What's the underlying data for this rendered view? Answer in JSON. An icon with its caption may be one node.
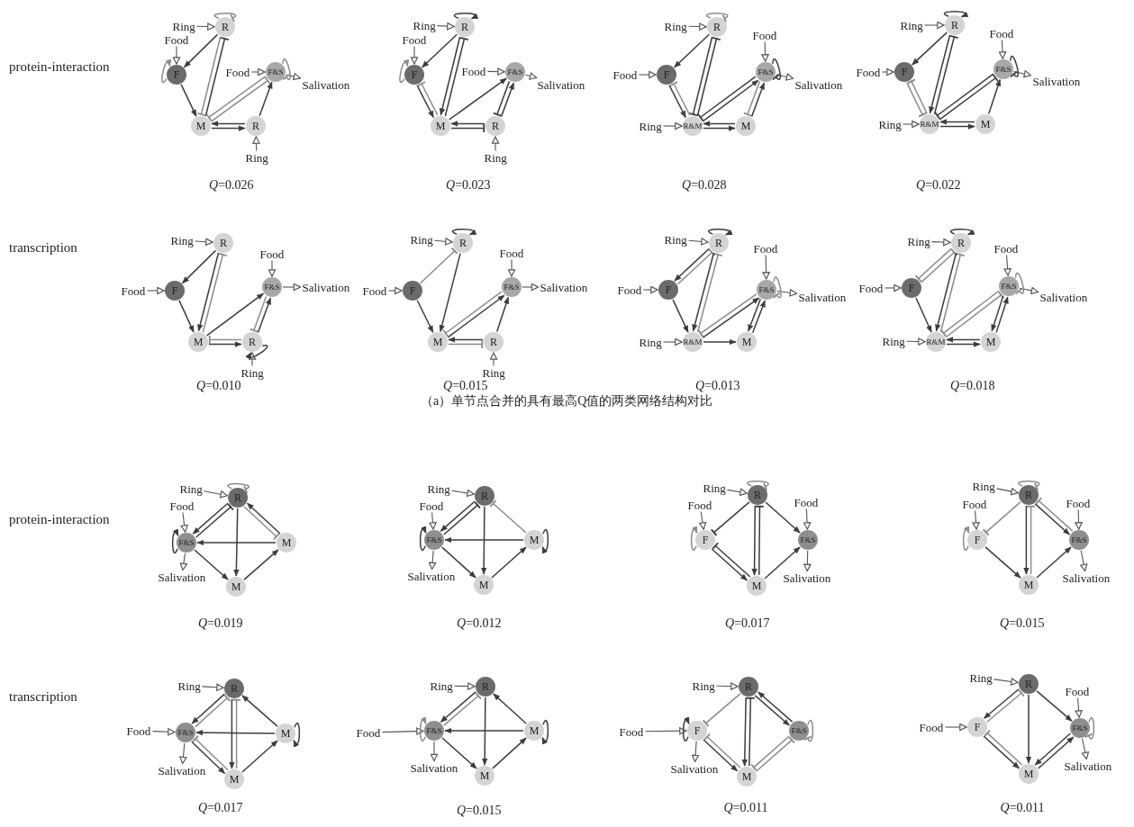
{
  "diagram": {
    "nodes": [
      {
        "text": [
          "R"
        ]
      },
      {
        "text": [
          "F"
        ]
      },
      {
        "text": [
          "F&S"
        ]
      },
      {
        "text": [
          "M"
        ]
      },
      {
        "text": [
          "R"
        ]
      },
      {
        "text": [
          "Ring"
        ]
      },
      {
        "text": [
          "Food"
        ]
      },
      {
        "text": [
          "Food"
        ]
      },
      {
        "text": [
          "Salivation"
        ]
      },
      {
        "text": [
          "Ring"
        ]
      },
      {
        "text": [
          "R"
        ]
      },
      {
        "text": [
          "F"
        ]
      },
      {
        "text": [
          "F&S"
        ]
      },
      {
        "text": [
          "M"
        ]
      },
      {
        "text": [
          "R"
        ]
      },
      {
        "text": [
          "Ring"
        ]
      },
      {
        "text": [
          "Food"
        ]
      },
      {
        "text": [
          "Food"
        ]
      },
      {
        "text": [
          "Salivation"
        ]
      },
      {
        "text": [
          "Ring"
        ]
      },
      {
        "text": [
          "R"
        ]
      },
      {
        "text": [
          "F"
        ]
      },
      {
        "text": [
          "F&S"
        ]
      },
      {
        "text": [
          "R&M"
        ]
      },
      {
        "text": [
          "M"
        ]
      },
      {
        "text": [
          "Ring"
        ]
      },
      {
        "text": [
          "Food"
        ]
      },
      {
        "text": [
          "Food"
        ]
      },
      {
        "text": [
          "Salivation"
        ]
      },
      {
        "text": [
          "Ring"
        ]
      },
      {
        "text": [
          "R"
        ]
      },
      {
        "text": [
          "F"
        ]
      },
      {
        "text": [
          "F&S"
        ]
      },
      {
        "text": [
          "R&M"
        ]
      },
      {
        "text": [
          "M"
        ]
      },
      {
        "text": [
          "Ring"
        ]
      },
      {
        "text": [
          "Food"
        ]
      },
      {
        "text": [
          "Food"
        ]
      },
      {
        "text": [
          "Salivation"
        ]
      },
      {
        "text": [
          "Ring"
        ]
      },
      {
        "text": [
          "R"
        ]
      },
      {
        "text": [
          "F"
        ]
      },
      {
        "text": [
          "F&S"
        ]
      },
      {
        "text": [
          "M"
        ]
      },
      {
        "text": [
          "R"
        ]
      },
      {
        "text": [
          "Ring"
        ]
      },
      {
        "text": [
          "Food"
        ]
      },
      {
        "text": [
          "Food"
        ]
      },
      {
        "text": [
          "Salivation"
        ]
      },
      {
        "text": [
          "Ring"
        ]
      },
      {
        "text": [
          "R"
        ]
      },
      {
        "text": [
          "F"
        ]
      },
      {
        "text": [
          "F&S"
        ]
      },
      {
        "text": [
          "M"
        ]
      },
      {
        "text": [
          "R"
        ]
      },
      {
        "text": [
          "Ring"
        ]
      },
      {
        "text": [
          "Food"
        ]
      },
      {
        "text": [
          "Food"
        ]
      },
      {
        "text": [
          "Salivation"
        ]
      },
      {
        "text": [
          "Ring"
        ]
      },
      {
        "text": [
          "R"
        ]
      },
      {
        "text": [
          "F"
        ]
      },
      {
        "text": [
          "F&S"
        ]
      },
      {
        "text": [
          "R&M"
        ]
      },
      {
        "text": [
          "M"
        ]
      },
      {
        "text": [
          "Ring"
        ]
      },
      {
        "text": [
          "Food"
        ]
      },
      {
        "text": [
          "Food"
        ]
      },
      {
        "text": [
          "Salivation"
        ]
      },
      {
        "text": [
          "Ring"
        ]
      },
      {
        "text": [
          "R"
        ]
      },
      {
        "text": [
          "F"
        ]
      },
      {
        "text": [
          "F&S"
        ]
      },
      {
        "text": [
          "R&M"
        ]
      },
      {
        "text": [
          "M"
        ]
      },
      {
        "text": [
          "Ring"
        ]
      },
      {
        "text": [
          "Food"
        ]
      },
      {
        "text": [
          "Food"
        ]
      },
      {
        "text": [
          "Salivation"
        ]
      },
      {
        "text": [
          "Ring"
        ]
      },
      {
        "text": [
          "R"
        ]
      },
      {
        "text": [
          "F&S"
        ]
      },
      {
        "text": [
          "M"
        ]
      },
      {
        "text": [
          "M"
        ]
      },
      {
        "text": [
          "Ring"
        ]
      },
      {
        "text": [
          "Food"
        ]
      },
      {
        "text": [
          "Salivation"
        ]
      },
      {
        "text": [
          "R"
        ]
      },
      {
        "text": [
          "F&S"
        ]
      },
      {
        "text": [
          "M"
        ]
      },
      {
        "text": [
          "M"
        ]
      },
      {
        "text": [
          "Ring"
        ]
      },
      {
        "text": [
          "Food"
        ]
      },
      {
        "text": [
          "Salivation"
        ]
      },
      {
        "text": [
          "R"
        ]
      },
      {
        "text": [
          "F"
        ]
      },
      {
        "text": [
          "F&S"
        ]
      },
      {
        "text": [
          "M"
        ]
      },
      {
        "text": [
          "Ring"
        ]
      },
      {
        "text": [
          "Food"
        ]
      },
      {
        "text": [
          "Food"
        ]
      },
      {
        "text": [
          "Salivation"
        ]
      },
      {
        "text": [
          "R"
        ]
      },
      {
        "text": [
          "F"
        ]
      },
      {
        "text": [
          "F&S"
        ]
      },
      {
        "text": [
          "M"
        ]
      },
      {
        "text": [
          "Ring"
        ]
      },
      {
        "text": [
          "Food"
        ]
      },
      {
        "text": [
          "Food"
        ]
      },
      {
        "text": [
          "Salivation"
        ]
      },
      {
        "text": [
          "R"
        ]
      },
      {
        "text": [
          "F&S"
        ]
      },
      {
        "text": [
          "M"
        ]
      },
      {
        "text": [
          "M"
        ]
      },
      {
        "text": [
          "Ring"
        ]
      },
      {
        "text": [
          "Food"
        ]
      },
      {
        "text": [
          "Salivation"
        ]
      },
      {
        "text": [
          "R"
        ]
      },
      {
        "text": [
          "F&S"
        ]
      },
      {
        "text": [
          "M"
        ]
      },
      {
        "text": [
          "M"
        ]
      },
      {
        "text": [
          "Ring"
        ]
      },
      {
        "text": [
          "Food"
        ]
      },
      {
        "text": [
          "Salivation"
        ]
      },
      {
        "text": [
          "R"
        ]
      },
      {
        "text": [
          "F"
        ]
      },
      {
        "text": [
          "F&S"
        ]
      },
      {
        "text": [
          "M"
        ]
      },
      {
        "text": [
          "Ring"
        ]
      },
      {
        "text": [
          "Food"
        ]
      },
      {
        "text": [
          "Salivation"
        ]
      },
      {
        "text": [
          "R"
        ]
      },
      {
        "text": [
          "F"
        ]
      },
      {
        "text": [
          "F&S"
        ]
      },
      {
        "text": [
          "M"
        ]
      },
      {
        "text": [
          "Ring"
        ]
      },
      {
        "text": [
          "Food"
        ]
      },
      {
        "text": [
          "Food"
        ]
      },
      {
        "text": [
          "Salivation"
        ]
      }
    ],
    "edges": [
      {
        "from": 5,
        "to": 0,
        "arrow": "to"
      },
      {
        "from": 6,
        "to": 1,
        "arrow": "to"
      },
      {
        "from": 7,
        "to": 2,
        "arrow": "to"
      },
      {
        "from": 2,
        "to": 8,
        "arrow": "to"
      },
      {
        "from": 9,
        "to": 4,
        "arrow": "to"
      },
      {
        "from": 0,
        "to": 0,
        "arrow": "other",
        "color": "#8c8c8c"
      },
      {
        "from": 1,
        "to": 1,
        "arrow": "to",
        "color": "#8c8c8c"
      },
      {
        "from": 2,
        "to": 2,
        "arrow": "other",
        "color": "#8c8c8c"
      },
      {
        "from": 0,
        "to": 1,
        "arrow": "to"
      },
      {
        "from": 1,
        "to": 3,
        "arrow": "to"
      },
      {
        "from": 3,
        "to": 0,
        "arrow": "other"
      },
      {
        "from": 0,
        "to": 3,
        "arrow": "other",
        "color": "#8c8c8c"
      },
      {
        "from": 3,
        "to": 2,
        "arrow": "other",
        "color": "#8c8c8c"
      },
      {
        "from": 2,
        "to": 3,
        "arrow": "other",
        "color": "#8c8c8c"
      },
      {
        "from": 3,
        "to": 4,
        "arrow": "to"
      },
      {
        "from": 4,
        "to": 3,
        "arrow": "to"
      },
      {
        "from": 4,
        "to": 2,
        "arrow": "to"
      },
      {
        "from": 15,
        "to": 10,
        "arrow": "to"
      },
      {
        "from": 16,
        "to": 11,
        "arrow": "to"
      },
      {
        "from": 17,
        "to": 12,
        "arrow": "to"
      },
      {
        "from": 12,
        "to": 18,
        "arrow": "to"
      },
      {
        "from": 19,
        "to": 14,
        "arrow": "to"
      },
      {
        "from": 10,
        "to": 10,
        "arrow": "to"
      },
      {
        "from": 11,
        "to": 11,
        "arrow": "to",
        "color": "#8c8c8c"
      },
      {
        "from": 10,
        "to": 11,
        "arrow": "to"
      },
      {
        "from": 10,
        "to": 13,
        "arrow": "to"
      },
      {
        "from": 13,
        "to": 10,
        "arrow": "other"
      },
      {
        "from": 11,
        "to": 13,
        "arrow": "to"
      },
      {
        "from": 13,
        "to": 11,
        "arrow": "other",
        "color": "#8c8c8c"
      },
      {
        "from": 13,
        "to": 12,
        "arrow": "to"
      },
      {
        "from": 14,
        "to": 12,
        "arrow": "to"
      },
      {
        "from": 12,
        "to": 14,
        "arrow": "other"
      },
      {
        "from": 14,
        "to": 13,
        "arrow": "to"
      },
      {
        "from": 13,
        "to": 14,
        "arrow": "other"
      },
      {
        "from": 25,
        "to": 20,
        "arrow": "to"
      },
      {
        "from": 26,
        "to": 21,
        "arrow": "to"
      },
      {
        "from": 27,
        "to": 22,
        "arrow": "to"
      },
      {
        "from": 22,
        "to": 28,
        "arrow": "to"
      },
      {
        "from": 29,
        "to": 23,
        "arrow": "to"
      },
      {
        "from": 20,
        "to": 20,
        "arrow": "other",
        "color": "#8c8c8c"
      },
      {
        "from": 22,
        "to": 22,
        "arrow": "other"
      },
      {
        "from": 20,
        "to": 21,
        "arrow": "to"
      },
      {
        "from": 23,
        "to": 20,
        "arrow": "other"
      },
      {
        "from": 20,
        "to": 23,
        "arrow": "other"
      },
      {
        "from": 21,
        "to": 23,
        "arrow": "to"
      },
      {
        "from": 23,
        "to": 21,
        "arrow": "other",
        "color": "#8c8c8c"
      },
      {
        "from": 23,
        "to": 22,
        "arrow": "to"
      },
      {
        "from": 22,
        "to": 23,
        "arrow": "other"
      },
      {
        "from": 24,
        "to": 22,
        "arrow": "to"
      },
      {
        "from": 22,
        "to": 24,
        "arrow": "other",
        "color": "#8c8c8c"
      },
      {
        "from": 24,
        "to": 23,
        "arrow": "to"
      },
      {
        "from": 23,
        "to": 24,
        "arrow": "to"
      },
      {
        "from": 35,
        "to": 30,
        "arrow": "to"
      },
      {
        "from": 36,
        "to": 31,
        "arrow": "to"
      },
      {
        "from": 37,
        "to": 32,
        "arrow": "to"
      },
      {
        "from": 32,
        "to": 38,
        "arrow": "to"
      },
      {
        "from": 39,
        "to": 33,
        "arrow": "to"
      },
      {
        "from": 30,
        "to": 30,
        "arrow": "to"
      },
      {
        "from": 32,
        "to": 32,
        "arrow": "other"
      },
      {
        "from": 30,
        "to": 31,
        "arrow": "to"
      },
      {
        "from": 33,
        "to": 30,
        "arrow": "other"
      },
      {
        "from": 30,
        "to": 33,
        "arrow": "to"
      },
      {
        "from": 31,
        "to": 33,
        "arrow": "other",
        "color": "#8c8c8c"
      },
      {
        "from": 33,
        "to": 31,
        "arrow": "other",
        "color": "#8c8c8c"
      },
      {
        "from": 33,
        "to": 32,
        "arrow": "other"
      },
      {
        "from": 32,
        "to": 33,
        "arrow": "other"
      },
      {
        "from": 34,
        "to": 32,
        "arrow": "to"
      },
      {
        "from": 33,
        "to": 34,
        "arrow": "to"
      },
      {
        "from": 34,
        "to": 33,
        "arrow": "to"
      },
      {
        "from": 45,
        "to": 40,
        "arrow": "to"
      },
      {
        "from": 46,
        "to": 41,
        "arrow": "to"
      },
      {
        "from": 47,
        "to": 42,
        "arrow": "to"
      },
      {
        "from": 42,
        "to": 48,
        "arrow": "to"
      },
      {
        "from": 49,
        "to": 44,
        "arrow": "to"
      },
      {
        "from": 44,
        "to": 44,
        "arrow": "to"
      },
      {
        "from": 40,
        "to": 41,
        "arrow": "to"
      },
      {
        "from": 43,
        "to": 40,
        "arrow": "other",
        "color": "#8c8c8c"
      },
      {
        "from": 40,
        "to": 43,
        "arrow": "to"
      },
      {
        "from": 41,
        "to": 43,
        "arrow": "to"
      },
      {
        "from": 43,
        "to": 42,
        "arrow": "to"
      },
      {
        "from": 44,
        "to": 42,
        "arrow": "to"
      },
      {
        "from": 42,
        "to": 44,
        "arrow": "other",
        "color": "#8c8c8c"
      },
      {
        "from": 43,
        "to": 44,
        "arrow": "to"
      },
      {
        "from": 44,
        "to": 43,
        "arrow": "other",
        "color": "#8c8c8c"
      },
      {
        "from": 55,
        "to": 50,
        "arrow": "to"
      },
      {
        "from": 56,
        "to": 51,
        "arrow": "to"
      },
      {
        "from": 57,
        "to": 52,
        "arrow": "to"
      },
      {
        "from": 52,
        "to": 58,
        "arrow": "to"
      },
      {
        "from": 59,
        "to": 54,
        "arrow": "to"
      },
      {
        "from": 50,
        "to": 50,
        "arrow": "to"
      },
      {
        "from": 51,
        "to": 50,
        "arrow": "other",
        "color": "#8c8c8c"
      },
      {
        "from": 50,
        "to": 53,
        "arrow": "to"
      },
      {
        "from": 51,
        "to": 53,
        "arrow": "to"
      },
      {
        "from": 53,
        "to": 52,
        "arrow": "to"
      },
      {
        "from": 52,
        "to": 53,
        "arrow": "other",
        "color": "#8c8c8c"
      },
      {
        "from": 54,
        "to": 52,
        "arrow": "to"
      },
      {
        "from": 54,
        "to": 53,
        "arrow": "to"
      },
      {
        "from": 53,
        "to": 54,
        "arrow": "other",
        "color": "#8c8c8c"
      },
      {
        "from": 65,
        "to": 60,
        "arrow": "to"
      },
      {
        "from": 66,
        "to": 61,
        "arrow": "to"
      },
      {
        "from": 67,
        "to": 62,
        "arrow": "to"
      },
      {
        "from": 62,
        "to": 68,
        "arrow": "to"
      },
      {
        "from": 69,
        "to": 63,
        "arrow": "to"
      },
      {
        "from": 60,
        "to": 60,
        "arrow": "to"
      },
      {
        "from": 62,
        "to": 62,
        "arrow": "other",
        "color": "#8c8c8c"
      },
      {
        "from": 61,
        "to": 60,
        "arrow": "other",
        "color": "#8c8c8c"
      },
      {
        "from": 60,
        "to": 61,
        "arrow": "to"
      },
      {
        "from": 63,
        "to": 60,
        "arrow": "other",
        "color": "#8c8c8c"
      },
      {
        "from": 60,
        "to": 63,
        "arrow": "to"
      },
      {
        "from": 61,
        "to": 63,
        "arrow": "to"
      },
      {
        "from": 63,
        "to": 62,
        "arrow": "to"
      },
      {
        "from": 62,
        "to": 63,
        "arrow": "other",
        "color": "#8c8c8c"
      },
      {
        "from": 64,
        "to": 62,
        "arrow": "to"
      },
      {
        "from": 62,
        "to": 64,
        "arrow": "to"
      },
      {
        "from": 63,
        "to": 64,
        "arrow": "to"
      },
      {
        "from": 75,
        "to": 70,
        "arrow": "to"
      },
      {
        "from": 76,
        "to": 71,
        "arrow": "to"
      },
      {
        "from": 77,
        "to": 72,
        "arrow": "to"
      },
      {
        "from": 72,
        "to": 78,
        "arrow": "to"
      },
      {
        "from": 79,
        "to": 73,
        "arrow": "to"
      },
      {
        "from": 70,
        "to": 70,
        "arrow": "to"
      },
      {
        "from": 72,
        "to": 72,
        "arrow": "other",
        "color": "#8c8c8c"
      },
      {
        "from": 71,
        "to": 70,
        "arrow": "other",
        "color": "#8c8c8c"
      },
      {
        "from": 70,
        "to": 71,
        "arrow": "other",
        "color": "#8c8c8c"
      },
      {
        "from": 73,
        "to": 70,
        "arrow": "other",
        "color": "#8c8c8c"
      },
      {
        "from": 70,
        "to": 73,
        "arrow": "to"
      },
      {
        "from": 71,
        "to": 73,
        "arrow": "to"
      },
      {
        "from": 73,
        "to": 72,
        "arrow": "other",
        "color": "#8c8c8c"
      },
      {
        "from": 72,
        "to": 73,
        "arrow": "other",
        "color": "#8c8c8c"
      },
      {
        "from": 74,
        "to": 72,
        "arrow": "to"
      },
      {
        "from": 72,
        "to": 74,
        "arrow": "to"
      },
      {
        "from": 74,
        "to": 73,
        "arrow": "to"
      },
      {
        "from": 73,
        "to": 74,
        "arrow": "to"
      },
      {
        "from": 84,
        "to": 80,
        "arrow": "to"
      },
      {
        "from": 85,
        "to": 81,
        "arrow": "to"
      },
      {
        "from": 81,
        "to": 86,
        "arrow": "to"
      },
      {
        "from": 80,
        "to": 80,
        "arrow": "other",
        "color": "#8c8c8c"
      },
      {
        "from": 81,
        "to": 81,
        "arrow": "to"
      },
      {
        "from": 80,
        "to": 81,
        "arrow": "to"
      },
      {
        "from": 81,
        "to": 80,
        "arrow": "other"
      },
      {
        "from": 80,
        "to": 82,
        "arrow": "other",
        "color": "#8c8c8c"
      },
      {
        "from": 82,
        "to": 80,
        "arrow": "to"
      },
      {
        "from": 82,
        "to": 81,
        "arrow": "to"
      },
      {
        "from": 80,
        "to": 83,
        "arrow": "to"
      },
      {
        "from": 81,
        "to": 83,
        "arrow": "to"
      },
      {
        "from": 83,
        "to": 82,
        "arrow": "to"
      },
      {
        "from": 91,
        "to": 87,
        "arrow": "to"
      },
      {
        "from": 92,
        "to": 88,
        "arrow": "to"
      },
      {
        "from": 88,
        "to": 93,
        "arrow": "to"
      },
      {
        "from": 88,
        "to": 88,
        "arrow": "to"
      },
      {
        "from": 89,
        "to": 89,
        "arrow": "to"
      },
      {
        "from": 87,
        "to": 88,
        "arrow": "to"
      },
      {
        "from": 88,
        "to": 87,
        "arrow": "other"
      },
      {
        "from": 89,
        "to": 87,
        "arrow": "other",
        "color": "#8c8c8c"
      },
      {
        "from": 89,
        "to": 88,
        "arrow": "to"
      },
      {
        "from": 87,
        "to": 90,
        "arrow": "to"
      },
      {
        "from": 88,
        "to": 90,
        "arrow": "to"
      },
      {
        "from": 90,
        "to": 89,
        "arrow": "to"
      },
      {
        "from": 98,
        "to": 94,
        "arrow": "to"
      },
      {
        "from": 99,
        "to": 95,
        "arrow": "to"
      },
      {
        "from": 100,
        "to": 96,
        "arrow": "to"
      },
      {
        "from": 96,
        "to": 101,
        "arrow": "to"
      },
      {
        "from": 94,
        "to": 94,
        "arrow": "other",
        "color": "#8c8c8c"
      },
      {
        "from": 95,
        "to": 95,
        "arrow": "to",
        "color": "#8c8c8c"
      },
      {
        "from": 94,
        "to": 95,
        "arrow": "other"
      },
      {
        "from": 94,
        "to": 96,
        "arrow": "to"
      },
      {
        "from": 97,
        "to": 94,
        "arrow": "other"
      },
      {
        "from": 94,
        "to": 97,
        "arrow": "to"
      },
      {
        "from": 95,
        "to": 97,
        "arrow": "to"
      },
      {
        "from": 97,
        "to": 95,
        "arrow": "other"
      },
      {
        "from": 97,
        "to": 96,
        "arrow": "to"
      },
      {
        "from": 106,
        "to": 102,
        "arrow": "to"
      },
      {
        "from": 107,
        "to": 103,
        "arrow": "to"
      },
      {
        "from": 108,
        "to": 104,
        "arrow": "to"
      },
      {
        "from": 104,
        "to": 109,
        "arrow": "to"
      },
      {
        "from": 102,
        "to": 102,
        "arrow": "other",
        "color": "#8c8c8c"
      },
      {
        "from": 103,
        "to": 103,
        "arrow": "to",
        "color": "#8c8c8c"
      },
      {
        "from": 102,
        "to": 103,
        "arrow": "other",
        "color": "#8c8c8c"
      },
      {
        "from": 102,
        "to": 104,
        "arrow": "to"
      },
      {
        "from": 104,
        "to": 102,
        "arrow": "other",
        "color": "#8c8c8c"
      },
      {
        "from": 105,
        "to": 102,
        "arrow": "other",
        "color": "#8c8c8c"
      },
      {
        "from": 102,
        "to": 105,
        "arrow": "to"
      },
      {
        "from": 103,
        "to": 105,
        "arrow": "to"
      },
      {
        "from": 105,
        "to": 104,
        "arrow": "to"
      },
      {
        "from": 114,
        "to": 110,
        "arrow": "to"
      },
      {
        "from": 115,
        "to": 111,
        "arrow": "to"
      },
      {
        "from": 111,
        "to": 116,
        "arrow": "to"
      },
      {
        "from": 112,
        "to": 112,
        "arrow": "to"
      },
      {
        "from": 110,
        "to": 111,
        "arrow": "to"
      },
      {
        "from": 111,
        "to": 110,
        "arrow": "other",
        "color": "#8c8c8c"
      },
      {
        "from": 110,
        "to": 113,
        "arrow": "to"
      },
      {
        "from": 113,
        "to": 110,
        "arrow": "other",
        "color": "#8c8c8c"
      },
      {
        "from": 112,
        "to": 110,
        "arrow": "to"
      },
      {
        "from": 112,
        "to": 111,
        "arrow": "to"
      },
      {
        "from": 111,
        "to": 113,
        "arrow": "to"
      },
      {
        "from": 113,
        "to": 111,
        "arrow": "other",
        "color": "#8c8c8c"
      },
      {
        "from": 113,
        "to": 112,
        "arrow": "to"
      },
      {
        "from": 121,
        "to": 117,
        "arrow": "to"
      },
      {
        "from": 122,
        "to": 118,
        "arrow": "to"
      },
      {
        "from": 118,
        "to": 123,
        "arrow": "to"
      },
      {
        "from": 118,
        "to": 118,
        "arrow": "to",
        "color": "#8c8c8c"
      },
      {
        "from": 119,
        "to": 119,
        "arrow": "to"
      },
      {
        "from": 117,
        "to": 118,
        "arrow": "to"
      },
      {
        "from": 118,
        "to": 117,
        "arrow": "other",
        "color": "#8c8c8c"
      },
      {
        "from": 117,
        "to": 120,
        "arrow": "to"
      },
      {
        "from": 119,
        "to": 117,
        "arrow": "to"
      },
      {
        "from": 119,
        "to": 118,
        "arrow": "to"
      },
      {
        "from": 118,
        "to": 120,
        "arrow": "to"
      },
      {
        "from": 120,
        "to": 119,
        "arrow": "to"
      },
      {
        "from": 128,
        "to": 124,
        "arrow": "to"
      },
      {
        "from": 129,
        "to": 125,
        "arrow": "to"
      },
      {
        "from": 125,
        "to": 130,
        "arrow": "to"
      },
      {
        "from": 125,
        "to": 125,
        "arrow": "to"
      },
      {
        "from": 126,
        "to": 126,
        "arrow": "other",
        "color": "#8c8c8c"
      },
      {
        "from": 124,
        "to": 125,
        "arrow": "other",
        "color": "#8c8c8c"
      },
      {
        "from": 124,
        "to": 126,
        "arrow": "to"
      },
      {
        "from": 126,
        "to": 124,
        "arrow": "to"
      },
      {
        "from": 124,
        "to": 127,
        "arrow": "to"
      },
      {
        "from": 127,
        "to": 124,
        "arrow": "other"
      },
      {
        "from": 125,
        "to": 127,
        "arrow": "to"
      },
      {
        "from": 127,
        "to": 125,
        "arrow": "other",
        "color": "#8c8c8c"
      },
      {
        "from": 126,
        "to": 127,
        "arrow": "other",
        "color": "#8c8c8c"
      },
      {
        "from": 127,
        "to": 126,
        "arrow": "other",
        "color": "#8c8c8c"
      },
      {
        "from": 135,
        "to": 131,
        "arrow": "to"
      },
      {
        "from": 136,
        "to": 132,
        "arrow": "to"
      },
      {
        "from": 137,
        "to": 133,
        "arrow": "to"
      },
      {
        "from": 133,
        "to": 138,
        "arrow": "to"
      },
      {
        "from": 133,
        "to": 133,
        "arrow": "other",
        "color": "#8c8c8c"
      },
      {
        "from": 132,
        "to": 131,
        "arrow": "other",
        "color": "#8c8c8c"
      },
      {
        "from": 131,
        "to": 132,
        "arrow": "to"
      },
      {
        "from": 131,
        "to": 133,
        "arrow": "to"
      },
      {
        "from": 131,
        "to": 134,
        "arrow": "to"
      },
      {
        "from": 132,
        "to": 134,
        "arrow": "to"
      },
      {
        "from": 134,
        "to": 132,
        "arrow": "other",
        "color": "#8c8c8c"
      },
      {
        "from": 133,
        "to": 134,
        "arrow": "to"
      },
      {
        "from": 134,
        "to": 133,
        "arrow": "to"
      }
    ],
    "labels": [
      "protein-interaction",
      "*Q*=0.026",
      "*Q*=0.023",
      "*Q*=0.028",
      "*Q*=0.022",
      "transcription",
      "*Q*=0.010",
      "*Q*=0.015",
      "*Q*=0.013",
      "*Q*=0.018",
      "（a）单节点合并的具有最高Q值的两类网络结构对比",
      "protein-interaction",
      "*Q*=0.019",
      "*Q*=0.012",
      "*Q*=0.017",
      "*Q*=0.015",
      "transcription",
      "*Q*=0.017",
      "*Q*=0.015",
      "*Q*=0.011",
      "*Q*=0.011"
    ]
  }
}
